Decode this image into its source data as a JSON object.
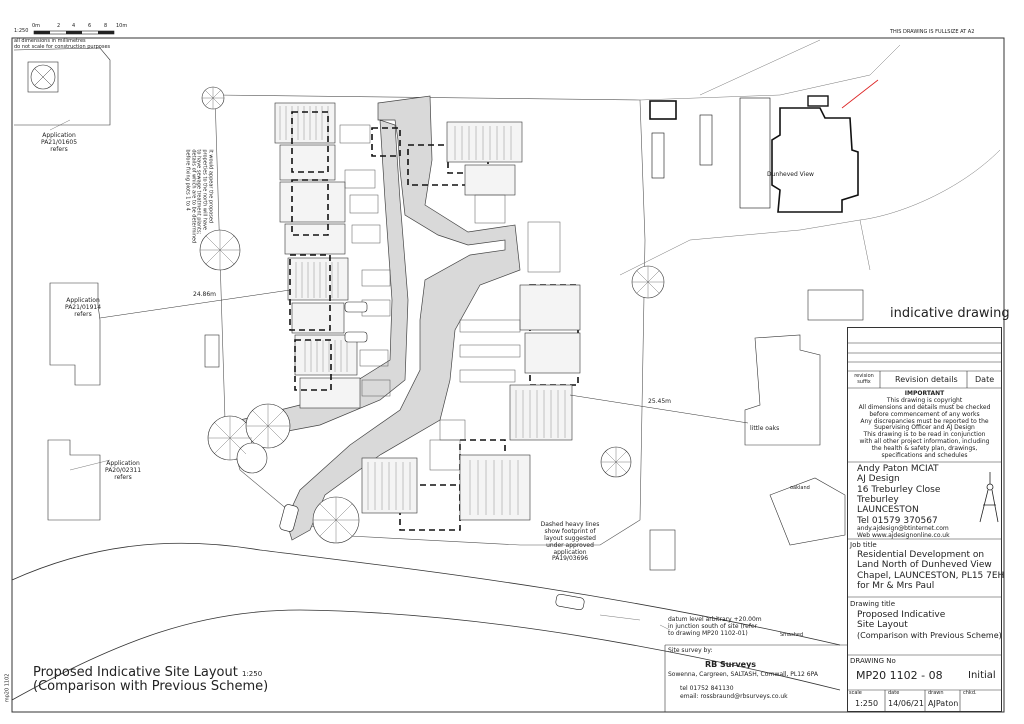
{
  "scale_bar": {
    "ratio": "1:250",
    "ticks": [
      "0m",
      "2",
      "4",
      "6",
      "8",
      "10m"
    ],
    "note_line1": "all dimensions in millimetres",
    "note_line2": "do not scale for construction purposes"
  },
  "sheet_note": "THIS DRAWING IS FULLSIZE AT A2",
  "applications": {
    "a1": {
      "label": "Application",
      "ref": "PA21/01605",
      "suffix": "refers"
    },
    "a2": {
      "label": "Application",
      "ref": "PA21/01914",
      "suffix": "refers"
    },
    "a3": {
      "label": "Application",
      "ref": "PA20/02311",
      "suffix": "refers"
    }
  },
  "rotated_note": [
    "It would appear the proposed",
    "properties to the north will have",
    "to have sewage treatment plants;",
    "details of which are to be determined",
    "before fixing plots 1 to 4"
  ],
  "dimensions": {
    "left": "24.86m",
    "right": "25.45m"
  },
  "labels": {
    "dunheved": "Dunheved View",
    "little_oaks": "little oaks",
    "oakland": "oakland",
    "dashed_note": [
      "Dashed heavy lines",
      "show footprint of",
      "layout suggested",
      "under approved",
      "application",
      "PA19/03696"
    ],
    "datum": [
      "datum level arbitrary +20.00m",
      "in junction south of site (refer",
      "to drawing MP20 1102-01)"
    ],
    "drive": "Smashed"
  },
  "survey": {
    "heading": "Site survey by:",
    "company": "RB Surveys",
    "address": "Sowenna, Cargreen, SALTASH, Cornwall, PL12 6PA",
    "tel": "tel 01752 841130",
    "email": "email: rossbraund@rbsurveys.co.uk"
  },
  "main_title": {
    "line1": "Proposed Indicative Site Layout",
    "scale": "1:250",
    "line2": "(Comparison with Previous Scheme)"
  },
  "side_ref": "mp20 1102",
  "title_block": {
    "indicative": "indicative drawing",
    "revision_suffix": "revision suffix",
    "revision_details": "Revision details",
    "date_header": "Date",
    "important_heading": "IMPORTANT",
    "important_lines": [
      "This drawing is copyright",
      "All dimensions and details must be checked",
      "before commencement of any works",
      "Any discrepancies must be reported to the",
      "Supervising Officer and AJ Design",
      "This drawing is to be read in conjunction",
      "with all other project information, including",
      "the health & safety plan, drawings,",
      "specifications and schedules"
    ],
    "designer": "Andy Paton MCIAT",
    "company": "AJ Design",
    "address1": "16 Treburley Close",
    "address2": "Treburley",
    "town": "LAUNCESTON",
    "tel": "Tel 01579 370567",
    "email": "andy.ajdesign@btinternet.com",
    "web": "Web www.ajdesignonline.co.uk",
    "job_title_label": "Job title",
    "job_lines": [
      "Residential Development on",
      "Land North of Dunheved View",
      "Chapel, LAUNCESTON, PL15 7EH",
      "for Mr & Mrs Paul"
    ],
    "drawing_title_label": "Drawing title",
    "drawing_lines": [
      "Proposed Indicative",
      "Site Layout",
      "(Comparison with Previous Scheme)"
    ],
    "drawing_no_label": "DRAWING No",
    "drawing_no": "MP20  1102  -  08",
    "status": "Initial",
    "scale_label": "scale",
    "scale": "1:250",
    "date_label": "date",
    "date": "14/06/21",
    "drawn_label": "drawn",
    "drawn": "AJPaton",
    "chkd_label": "chkd."
  }
}
